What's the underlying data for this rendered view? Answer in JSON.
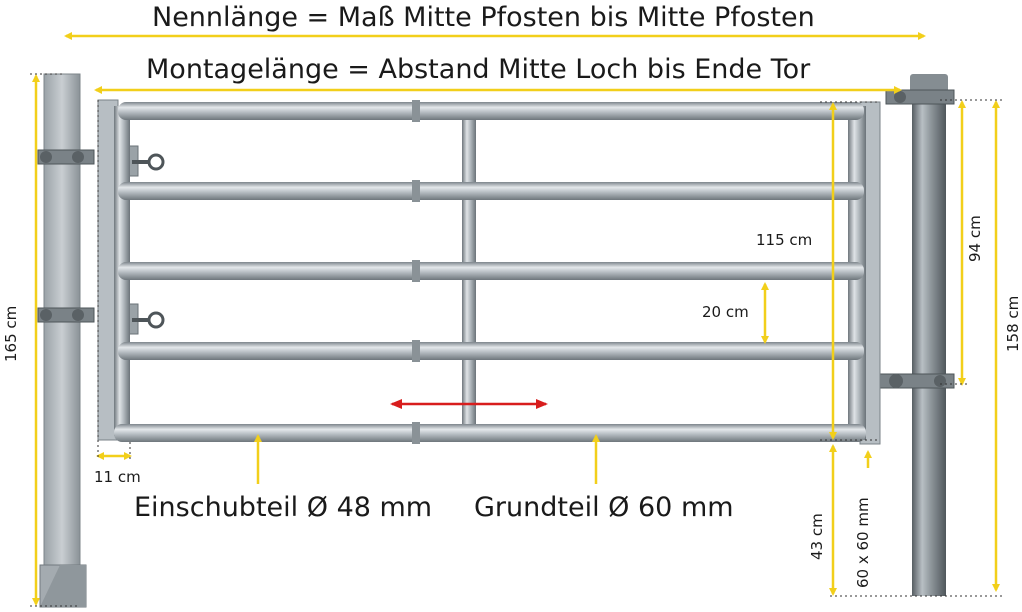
{
  "labels": {
    "nominal_length": "Nennlänge = Maß Mitte Pfosten bis Mitte Pfosten",
    "mounting_length": "Montagelänge = Abstand Mitte Loch bis Ende Tor",
    "gate_height": "115 cm",
    "bar_spacing": "20 cm",
    "hinge_spacing": "94 cm",
    "post_height_right": "158 cm",
    "post_height_left": "165 cm",
    "side_offset": "11 cm",
    "bottom_clearance": "43 cm",
    "post_section": "60 x 60 mm",
    "slide_part": "Einschubteil Ø 48 mm",
    "base_part": "Grundteil Ø 60 mm"
  },
  "colors": {
    "dimension": "#f2cf1a",
    "adjust_arrow": "#d81d1d",
    "steel": "#a9b0b6"
  }
}
